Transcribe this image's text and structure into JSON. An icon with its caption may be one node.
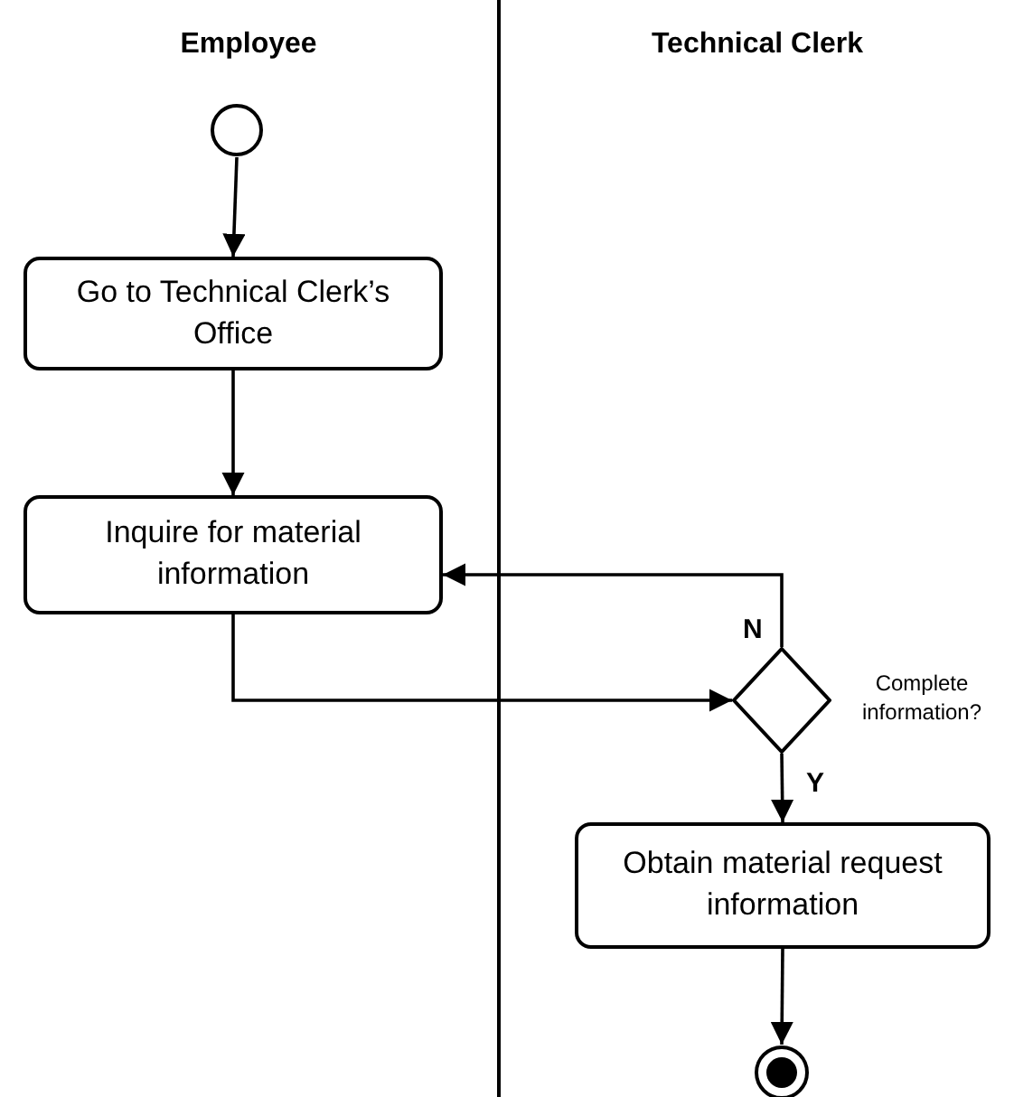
{
  "diagram": {
    "nodes": [
      {
        "text": [
          "Employee"
        ]
      },
      {
        "text": [
          "Technical Clerk"
        ]
      },
      {
        "text": [],
        "shape": "circle",
        "in": 0
      },
      {
        "text": [
          "Go to Technical Clerk’s Office"
        ],
        "in": 0
      },
      {
        "text": [
          "Inquire for material information"
        ],
        "in": 0
      },
      {
        "text": [],
        "shape": "diamond",
        "in": 1,
        "beside": [
          "Complete information?"
        ]
      },
      {
        "text": [
          "Obtain material request information"
        ],
        "in": 1
      },
      {
        "text": [],
        "shape": "circle",
        "in": 1
      }
    ],
    "edges": [
      {
        "from": 2,
        "to": 3,
        "arrow": "to"
      },
      {
        "from": 3,
        "to": 4,
        "arrow": "to"
      },
      {
        "from": 4,
        "to": 5,
        "arrow": "to"
      },
      {
        "from": 5,
        "to": 4,
        "arrow": "to",
        "label": "N"
      },
      {
        "from": 5,
        "to": 6,
        "arrow": "to",
        "label": "Y"
      },
      {
        "from": 6,
        "to": 7,
        "arrow": "to"
      }
    ]
  }
}
